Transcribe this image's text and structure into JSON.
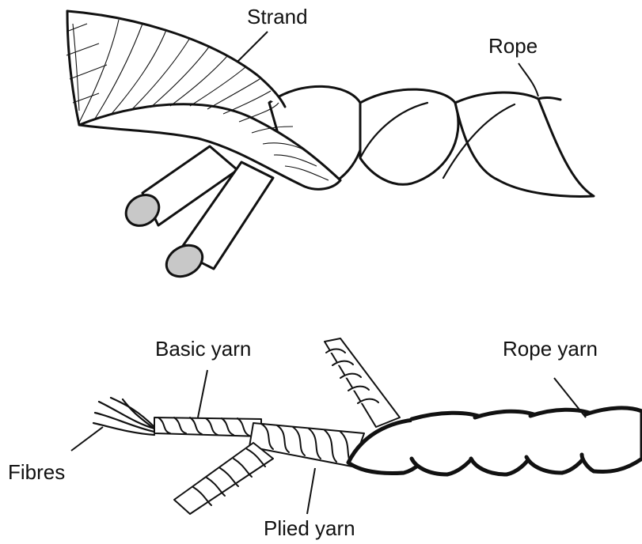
{
  "labels": {
    "strand": "Strand",
    "rope": "Rope",
    "basic_yarn": "Basic yarn",
    "rope_yarn": "Rope yarn",
    "fibres": "Fibres",
    "plied_yarn": "Plied yarn"
  },
  "colors": {
    "ink": "#111111",
    "strand_end": "#c8c8c8",
    "background": "#ffffff"
  }
}
